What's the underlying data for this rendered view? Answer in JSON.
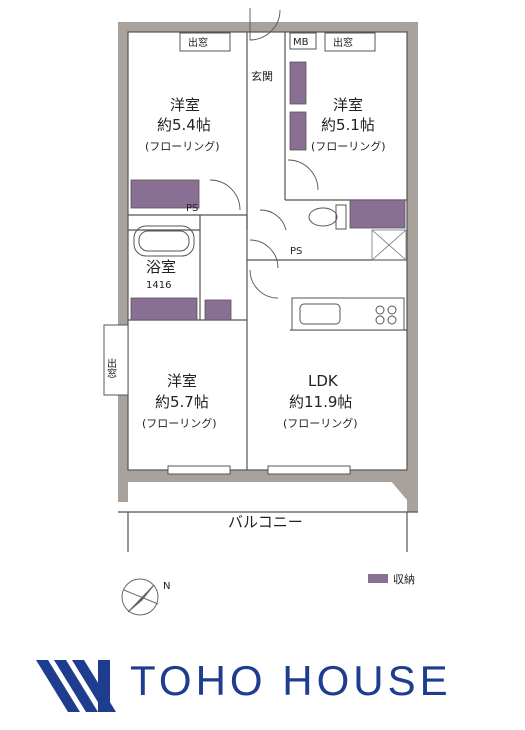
{
  "plan": {
    "rooms": [
      {
        "id": "western-room-1",
        "name": "洋室",
        "size": "約5.4帖",
        "floor": "(フローリング)"
      },
      {
        "id": "western-room-2",
        "name": "洋室",
        "size": "約5.1帖",
        "floor": "(フローリング)"
      },
      {
        "id": "western-room-3",
        "name": "洋室",
        "size": "約5.7帖",
        "floor": "(フローリング)"
      },
      {
        "id": "ldk",
        "name": "LDK",
        "size": "約11.9帖",
        "floor": "(フローリング)"
      }
    ],
    "entrance": "玄関",
    "bathroom": "浴室",
    "bathroom_size": "1416",
    "balcony": "バルコニー",
    "bay_window": "出窓",
    "mb": "MB",
    "ps": "PS",
    "north_mark": "N"
  },
  "legend": {
    "storage_label": "収納",
    "storage_color": "#8a6f95"
  },
  "brand": {
    "name": "TOHO HOUSE",
    "color": "#1f3d8f"
  },
  "colors": {
    "wall": "#a8a19c",
    "outline": "#555555",
    "storage": "#8a6f95"
  }
}
